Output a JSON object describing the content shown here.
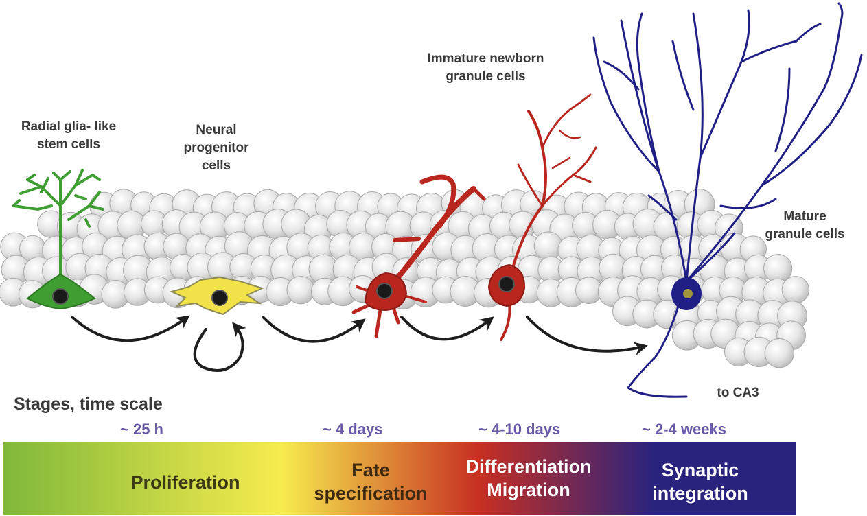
{
  "colors": {
    "stem_cell": "#3f9e32",
    "progenitor": "#f2e24a",
    "immature": "#b8261e",
    "mature": "#1f1f86",
    "arrow": "#1e1e1e",
    "time_text": "#6a5aa8",
    "bar_gradient": [
      "#7fb83a",
      "#f7ec4e",
      "#c72f22",
      "#2a237e"
    ]
  },
  "cell_labels": {
    "radial_glia": "Radial glia- like\nstem cells",
    "neural_progenitor": "Neural\nprogenitor\ncells",
    "immature_newborn": "Immature newborn\ngranule cells",
    "mature_granule": "Mature\ngranule cells",
    "to_ca3": "to CA3"
  },
  "timeline": {
    "title": "Stages, time scale",
    "times": [
      "~ 25 h",
      "~ 4 days",
      "~ 4-10 days",
      "~ 2-4 weeks"
    ],
    "stages": [
      "Proliferation",
      "Fate\nspecification",
      "Differentiation\nMigration",
      "Synaptic\nintegration"
    ]
  }
}
